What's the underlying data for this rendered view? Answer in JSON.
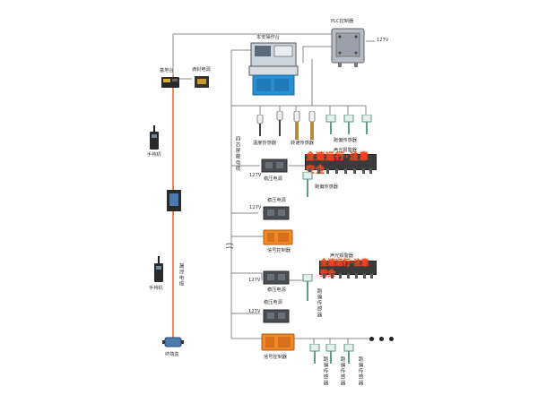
{
  "labels": {
    "plc": "PLC控制器",
    "v127": "127V",
    "console": "本安操作台",
    "base_station": "基地台",
    "base_power": "滴封电源",
    "handheld_1": "手持机",
    "handheld_2": "手持机",
    "leaky_cable": "漏泄电缆",
    "four_core": "四芯屏蔽电缆",
    "temp_sensor": "温度传感器",
    "speed_sensor": "转速传感器",
    "dev_sensor_1": "跑偏传感器",
    "acoustic_alarm_1": "声光报警器",
    "acoustic_alarm_2": "声光报警器",
    "stab_power_1": "稳压电源",
    "stab_power_2": "稳压电源",
    "stab_power_3": "稳压电源",
    "stab_power_4": "稳压电源",
    "dev_sensor_2": "跑偏传感器",
    "signal_ctrl_1": "信号控制器",
    "signal_ctrl_2": "信号控制器",
    "terminal_box": "终端盒",
    "dev_sensor_a": "跑偏传感器",
    "dev_sensor_b": "跑偏传感器",
    "dev_sensor_c": "跑偏传感器"
  },
  "alarm_display_text": "全速运行·注意安全",
  "colors": {
    "line": "#888888",
    "leaky": "#e8702a",
    "console_blue": "#2a8fd0",
    "signal_orange": "#f08a28"
  }
}
